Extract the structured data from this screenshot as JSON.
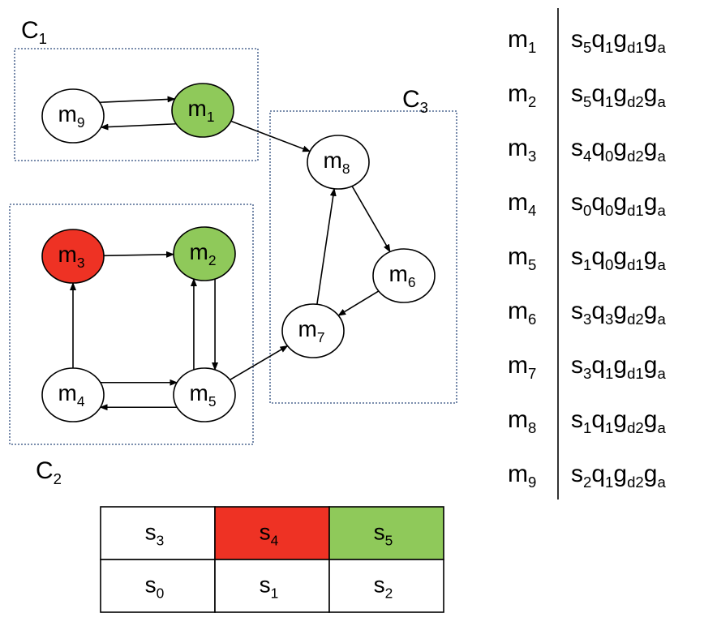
{
  "clusters": [
    {
      "id": "C1",
      "label": "C",
      "sub": "1"
    },
    {
      "id": "C2",
      "label": "C",
      "sub": "2"
    },
    {
      "id": "C3",
      "label": "C",
      "sub": "3"
    }
  ],
  "nodes": [
    {
      "id": "m1",
      "label": "m",
      "sub": "1",
      "fill": "#8fc95a"
    },
    {
      "id": "m2",
      "label": "m",
      "sub": "2",
      "fill": "#8fc95a"
    },
    {
      "id": "m3",
      "label": "m",
      "sub": "3",
      "fill": "#ee3224"
    },
    {
      "id": "m4",
      "label": "m",
      "sub": "4",
      "fill": "#ffffff"
    },
    {
      "id": "m5",
      "label": "m",
      "sub": "5",
      "fill": "#ffffff"
    },
    {
      "id": "m6",
      "label": "m",
      "sub": "6",
      "fill": "#ffffff"
    },
    {
      "id": "m7",
      "label": "m",
      "sub": "7",
      "fill": "#ffffff"
    },
    {
      "id": "m8",
      "label": "m",
      "sub": "8",
      "fill": "#ffffff"
    },
    {
      "id": "m9",
      "label": "m",
      "sub": "9",
      "fill": "#ffffff"
    }
  ],
  "edges": [
    {
      "from": "m9",
      "to": "m1"
    },
    {
      "from": "m1",
      "to": "m9"
    },
    {
      "from": "m1",
      "to": "m8"
    },
    {
      "from": "m3",
      "to": "m2"
    },
    {
      "from": "m4",
      "to": "m3"
    },
    {
      "from": "m5",
      "to": "m2"
    },
    {
      "from": "m2",
      "to": "m5"
    },
    {
      "from": "m5",
      "to": "m4"
    },
    {
      "from": "m4",
      "to": "m5"
    },
    {
      "from": "m5",
      "to": "m7"
    },
    {
      "from": "m7",
      "to": "m8"
    },
    {
      "from": "m8",
      "to": "m6"
    },
    {
      "from": "m6",
      "to": "m7"
    }
  ],
  "mapping": [
    {
      "node": [
        "m",
        "1"
      ],
      "value": [
        [
          "s",
          "5"
        ],
        [
          "q",
          "1"
        ],
        [
          "g",
          "d1"
        ],
        [
          "g",
          "a"
        ]
      ]
    },
    {
      "node": [
        "m",
        "2"
      ],
      "value": [
        [
          "s",
          "5"
        ],
        [
          "q",
          "1"
        ],
        [
          "g",
          "d2"
        ],
        [
          "g",
          "a"
        ]
      ]
    },
    {
      "node": [
        "m",
        "3"
      ],
      "value": [
        [
          "s",
          "4"
        ],
        [
          "q",
          "0"
        ],
        [
          "g",
          "d2"
        ],
        [
          "g",
          "a"
        ]
      ]
    },
    {
      "node": [
        "m",
        "4"
      ],
      "value": [
        [
          "s",
          "0"
        ],
        [
          "q",
          "0"
        ],
        [
          "g",
          "d1"
        ],
        [
          "g",
          "a"
        ]
      ]
    },
    {
      "node": [
        "m",
        "5"
      ],
      "value": [
        [
          "s",
          "1"
        ],
        [
          "q",
          "0"
        ],
        [
          "g",
          "d1"
        ],
        [
          "g",
          "a"
        ]
      ]
    },
    {
      "node": [
        "m",
        "6"
      ],
      "value": [
        [
          "s",
          "3"
        ],
        [
          "q",
          "3"
        ],
        [
          "g",
          "d2"
        ],
        [
          "g",
          "a"
        ]
      ]
    },
    {
      "node": [
        "m",
        "7"
      ],
      "value": [
        [
          "s",
          "3"
        ],
        [
          "q",
          "1"
        ],
        [
          "g",
          "d1"
        ],
        [
          "g",
          "a"
        ]
      ]
    },
    {
      "node": [
        "m",
        "8"
      ],
      "value": [
        [
          "s",
          "1"
        ],
        [
          "q",
          "1"
        ],
        [
          "g",
          "d2"
        ],
        [
          "g",
          "a"
        ]
      ]
    },
    {
      "node": [
        "m",
        "9"
      ],
      "value": [
        [
          "s",
          "2"
        ],
        [
          "q",
          "1"
        ],
        [
          "g",
          "d2"
        ],
        [
          "g",
          "a"
        ]
      ]
    }
  ],
  "state_grid": [
    [
      {
        "label": "s",
        "sub": "3",
        "fill": "#ffffff"
      },
      {
        "label": "s",
        "sub": "4",
        "fill": "#ee3224"
      },
      {
        "label": "s",
        "sub": "5",
        "fill": "#8fc95a"
      }
    ],
    [
      {
        "label": "s",
        "sub": "0",
        "fill": "#ffffff"
      },
      {
        "label": "s",
        "sub": "1",
        "fill": "#ffffff"
      },
      {
        "label": "s",
        "sub": "2",
        "fill": "#ffffff"
      }
    ]
  ]
}
